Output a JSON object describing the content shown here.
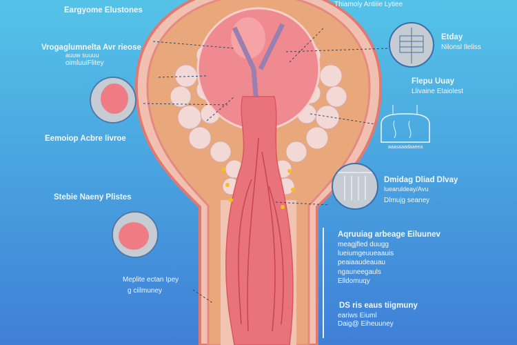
{
  "labels": {
    "top_left": "Eargyome Elustones",
    "left_1": {
      "title": "Vrogaglumnelta Avr rieose",
      "line2": "auuw   suuuu",
      "line3": "oimluuiFlitey"
    },
    "left_2": "Eemoiop Acbre livroe",
    "left_3": "Stebie Naeny Plistes",
    "left_4": {
      "line1": "Meplite ectan Ipey",
      "line2": "g ciilmuney"
    },
    "top_right": "Thiamoly Antiiie Lytiee",
    "right_1": {
      "line1": "Etday",
      "line2": "Nilonsl Ileliss"
    },
    "right_2": {
      "line1": "Flepu Uuay",
      "line2": "Llivaine Etaiolest"
    },
    "right_dome_caption": "aaasaaadaaeea",
    "right_3": {
      "line1": "Dmidag Dliad Dlvay",
      "line2": "luearuldeay/Avu",
      "line3": "Dlmujg seaney"
    },
    "right_block_1": [
      "Aqruuiag arbeage Eiluunev",
      "meagjfled duugg",
      "lueiumgeuueaauis",
      "peaiaaudeauau",
      "ngauneegauls",
      "Elldomuqy"
    ],
    "right_block_2": [
      "DS ris eaus tiigmuny",
      "eariws Eiuml",
      "Daig@ Eiheuuney"
    ]
  },
  "colors": {
    "bg_top": "#55c3e8",
    "bg_bottom": "#3f7fd6",
    "outer_wall": "#e8958a",
    "inner_fill": "#e9a87c",
    "organ": "#e86e78",
    "lobule": "#f3d9d6"
  }
}
